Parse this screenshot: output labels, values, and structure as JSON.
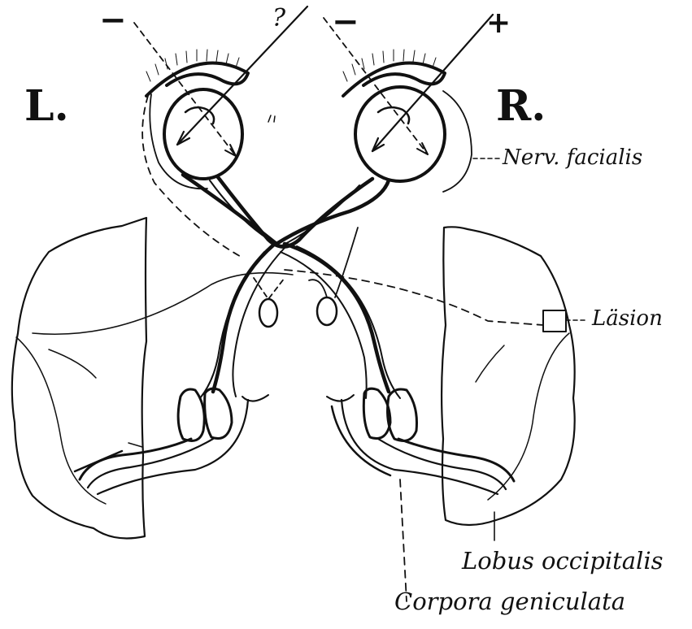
{
  "side_labels": {
    "left": "L.",
    "right": "R."
  },
  "sign_labels": {
    "left_minus": "−",
    "question": "?",
    "center_minus": "−",
    "right_plus": "+"
  },
  "annotations": {
    "nerve": "Nerv. facialis",
    "lesion": "Läsion",
    "lobe": "Lobus occipitalis",
    "geniculate": "Corpora geniculata"
  }
}
